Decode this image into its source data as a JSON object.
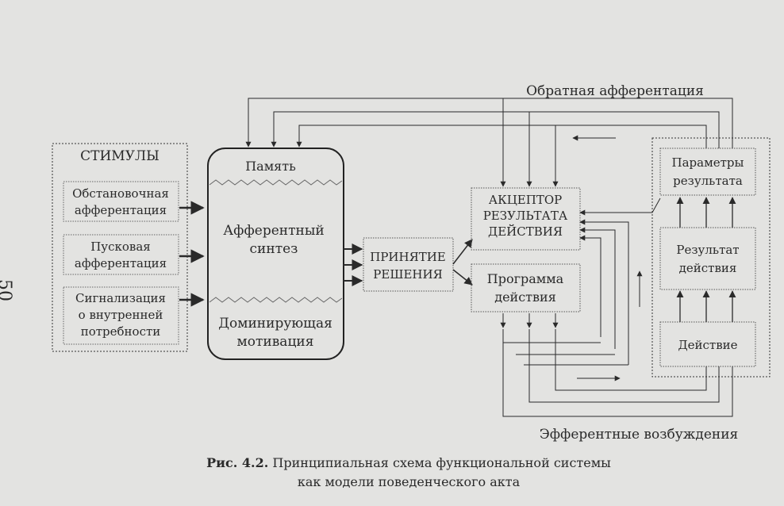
{
  "page_number": "50",
  "stimuli": {
    "title": "СТИМУЛЫ",
    "items": [
      [
        "Обстановочная",
        "афферентация"
      ],
      [
        "Пусковая",
        "афферентация"
      ],
      [
        "Сигнализация",
        "о внутренней",
        "потребности"
      ]
    ]
  },
  "afferent": {
    "memory": "Память",
    "synthesis": [
      "Афферентный",
      "синтез"
    ],
    "motivation": [
      "Доминирующая",
      "мотивация"
    ]
  },
  "decision": [
    "ПРИНЯТИЕ",
    "РЕШЕНИЯ"
  ],
  "acceptor": [
    "АКЦЕПТОР",
    "РЕЗУЛЬТАТА",
    "ДЕЙСТВИЯ"
  ],
  "program": [
    "Программа",
    "действия"
  ],
  "result_params": [
    "Параметры",
    "результата"
  ],
  "result": [
    "Результат",
    "действия"
  ],
  "action": "Действие",
  "feedback_label": "Обратная афферентация",
  "efferent_label": "Эфферентные возбуждения",
  "caption": {
    "fig": "Рис. 4.2.",
    "line1": "Принципиальная схема функциональной системы",
    "line2": "как модели поведенческого акта"
  }
}
